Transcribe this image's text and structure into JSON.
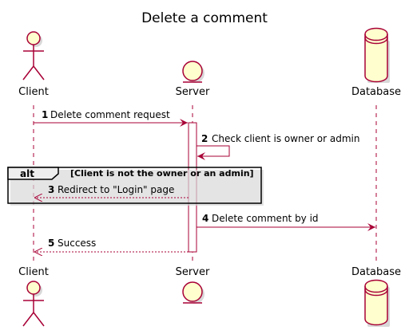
{
  "title": "Delete a comment",
  "participants": [
    {
      "id": "client",
      "name": "Client",
      "kind": "actor"
    },
    {
      "id": "server",
      "name": "Server",
      "kind": "entity"
    },
    {
      "id": "database",
      "name": "Database",
      "kind": "database"
    }
  ],
  "messages": [
    {
      "num": "1",
      "text": "Delete comment request",
      "from": "client",
      "to": "server",
      "style": "solid"
    },
    {
      "num": "2",
      "text": "Check client is owner or admin",
      "from": "server",
      "to": "server",
      "style": "solid"
    },
    {
      "num": "3",
      "text": "Redirect to \"Login\" page",
      "from": "server",
      "to": "client",
      "style": "dashed"
    },
    {
      "num": "4",
      "text": "Delete comment by id",
      "from": "server",
      "to": "database",
      "style": "solid"
    },
    {
      "num": "5",
      "text": "Success",
      "from": "server",
      "to": "client",
      "style": "dashed"
    }
  ],
  "alt_fragment": {
    "keyword": "alt",
    "guard": "[Client is not the owner or an admin]"
  },
  "colors": {
    "line": "#A80036",
    "fill": "#FEFECE"
  }
}
